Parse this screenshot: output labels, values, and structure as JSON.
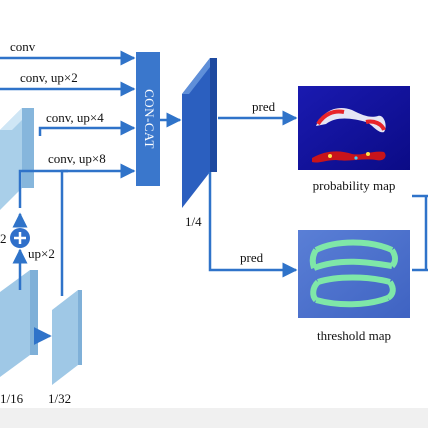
{
  "colors": {
    "arrow": "#2f73c9",
    "concat_block": "#3a77cc",
    "feature_dark": "#2b5fbf",
    "feature_light": "#9cc7e6",
    "plus_circle": "#2f6fca",
    "bottom_band": "#f0f0f0"
  },
  "icons": {
    "plus": "plus-icon"
  },
  "branches": {
    "conv": "conv",
    "conv_up2": "conv, up×2",
    "conv_up4": "conv, up×4",
    "conv_up8": "conv, up×8"
  },
  "concat": {
    "label": "CON-CAT"
  },
  "fused": {
    "scale": "1/4"
  },
  "heads": {
    "pred_top": "pred",
    "pred_bottom": "pred",
    "probability_map": "probability map",
    "threshold_map": "threshold map"
  },
  "fpn": {
    "plus_left_label": "2",
    "up2_label": "up×2",
    "scale_16": "1/16",
    "scale_32": "1/32"
  }
}
